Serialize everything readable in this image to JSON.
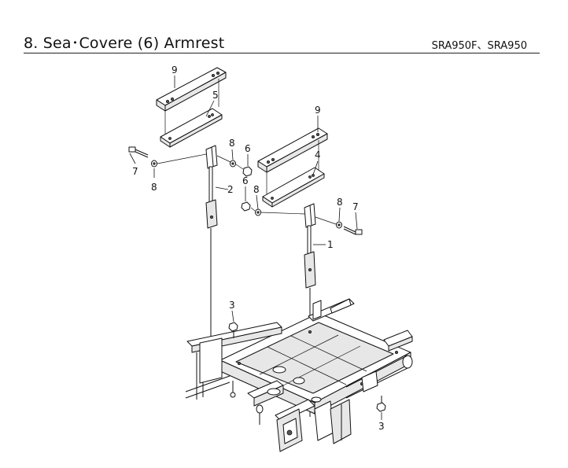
{
  "header": {
    "title": "8. Sea･Covere (6) Armrest",
    "model_code": "SRA950F、SRA950"
  },
  "callouts": {
    "left_cushion": "9",
    "left_bracket": "5",
    "left_bolt": "7",
    "left_washer_outer": "8",
    "left_washer_inner": "8",
    "left_nut": "6",
    "left_arm": "2",
    "right_cushion": "9",
    "right_bracket": "4",
    "right_nut": "6",
    "right_washer_inner": "8",
    "right_washer_outer": "8",
    "right_bolt": "7",
    "right_arm": "1",
    "base_bolt_left": "3",
    "base_bolt_right": "3"
  }
}
